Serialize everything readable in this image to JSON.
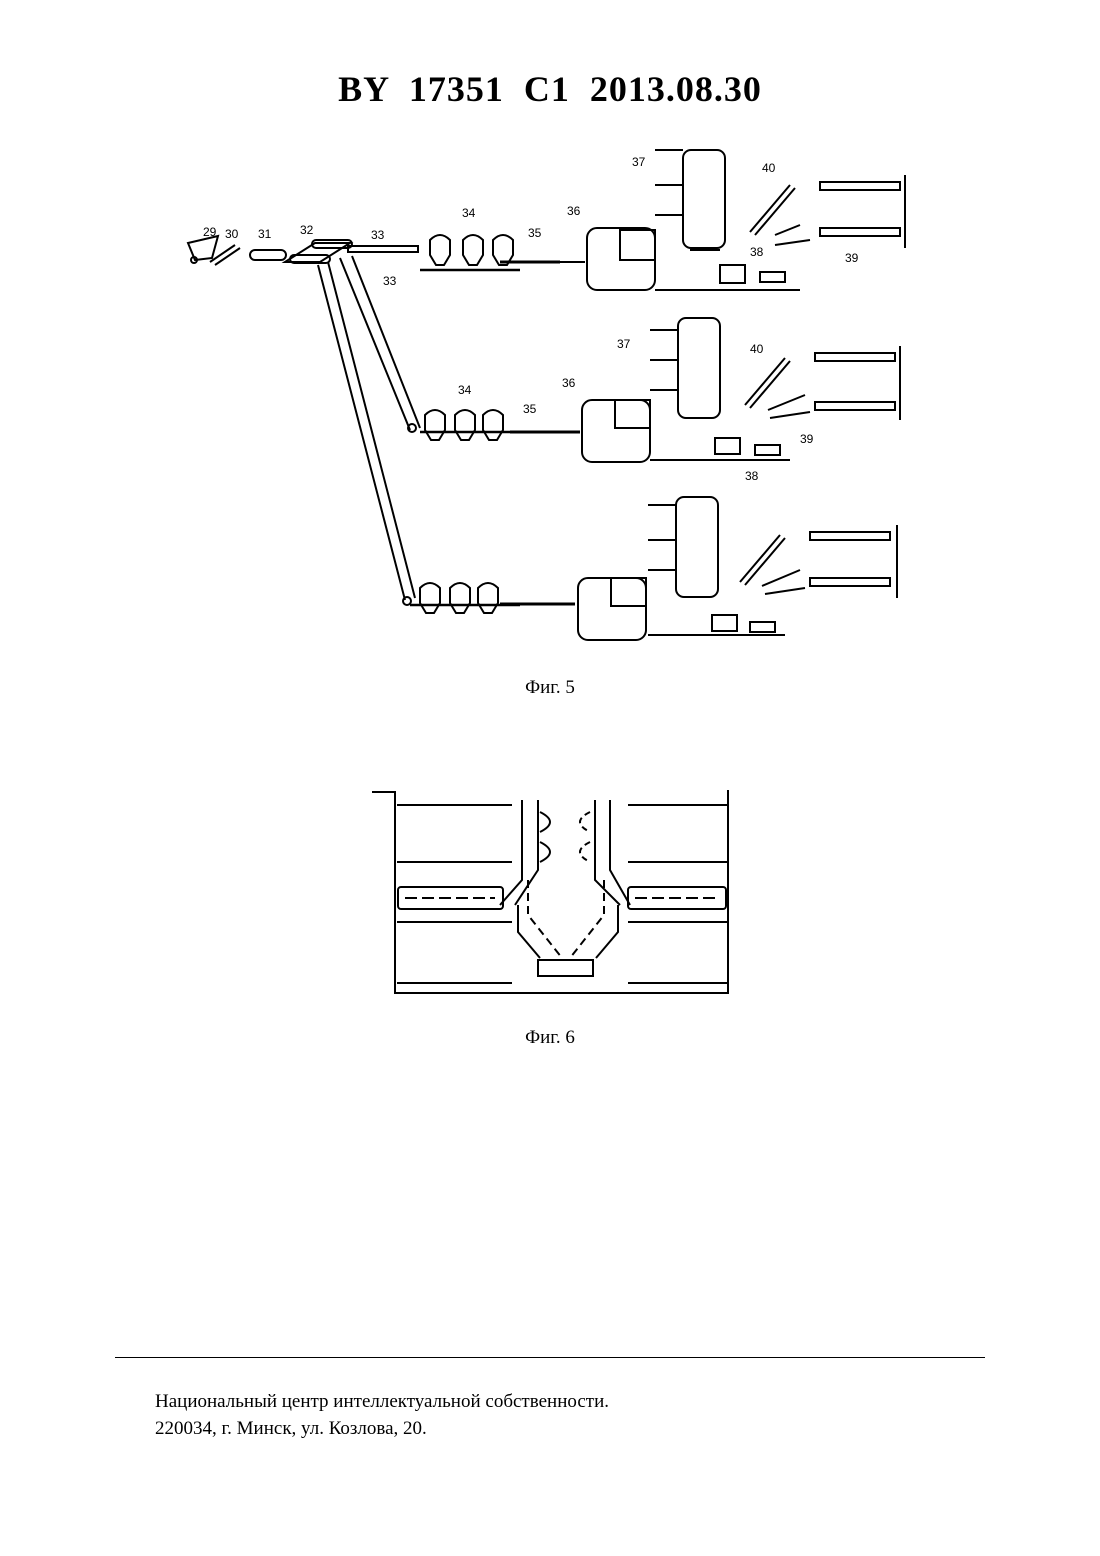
{
  "header": {
    "title": "BY  17351  C1  2013.08.30"
  },
  "figure5": {
    "caption": "Фиг. 5",
    "labels": {
      "l29": "29",
      "l30": "30",
      "l31": "31",
      "l32": "32",
      "l33a": "33",
      "l33b": "33",
      "l34a": "34",
      "l35a": "35",
      "l36a": "36",
      "l37a": "37",
      "l38a": "38",
      "l39a": "39",
      "l40a": "40",
      "l34b": "34",
      "l35b": "35",
      "l36b": "36",
      "l37b": "37",
      "l38b": "38",
      "l39b": "39",
      "l40b": "40"
    }
  },
  "figure6": {
    "caption": "Фиг. 6"
  },
  "footer": {
    "line1": "Национальный центр интеллектуальной собственности.",
    "line2": "220034, г. Минск, ул. Козлова, 20."
  }
}
